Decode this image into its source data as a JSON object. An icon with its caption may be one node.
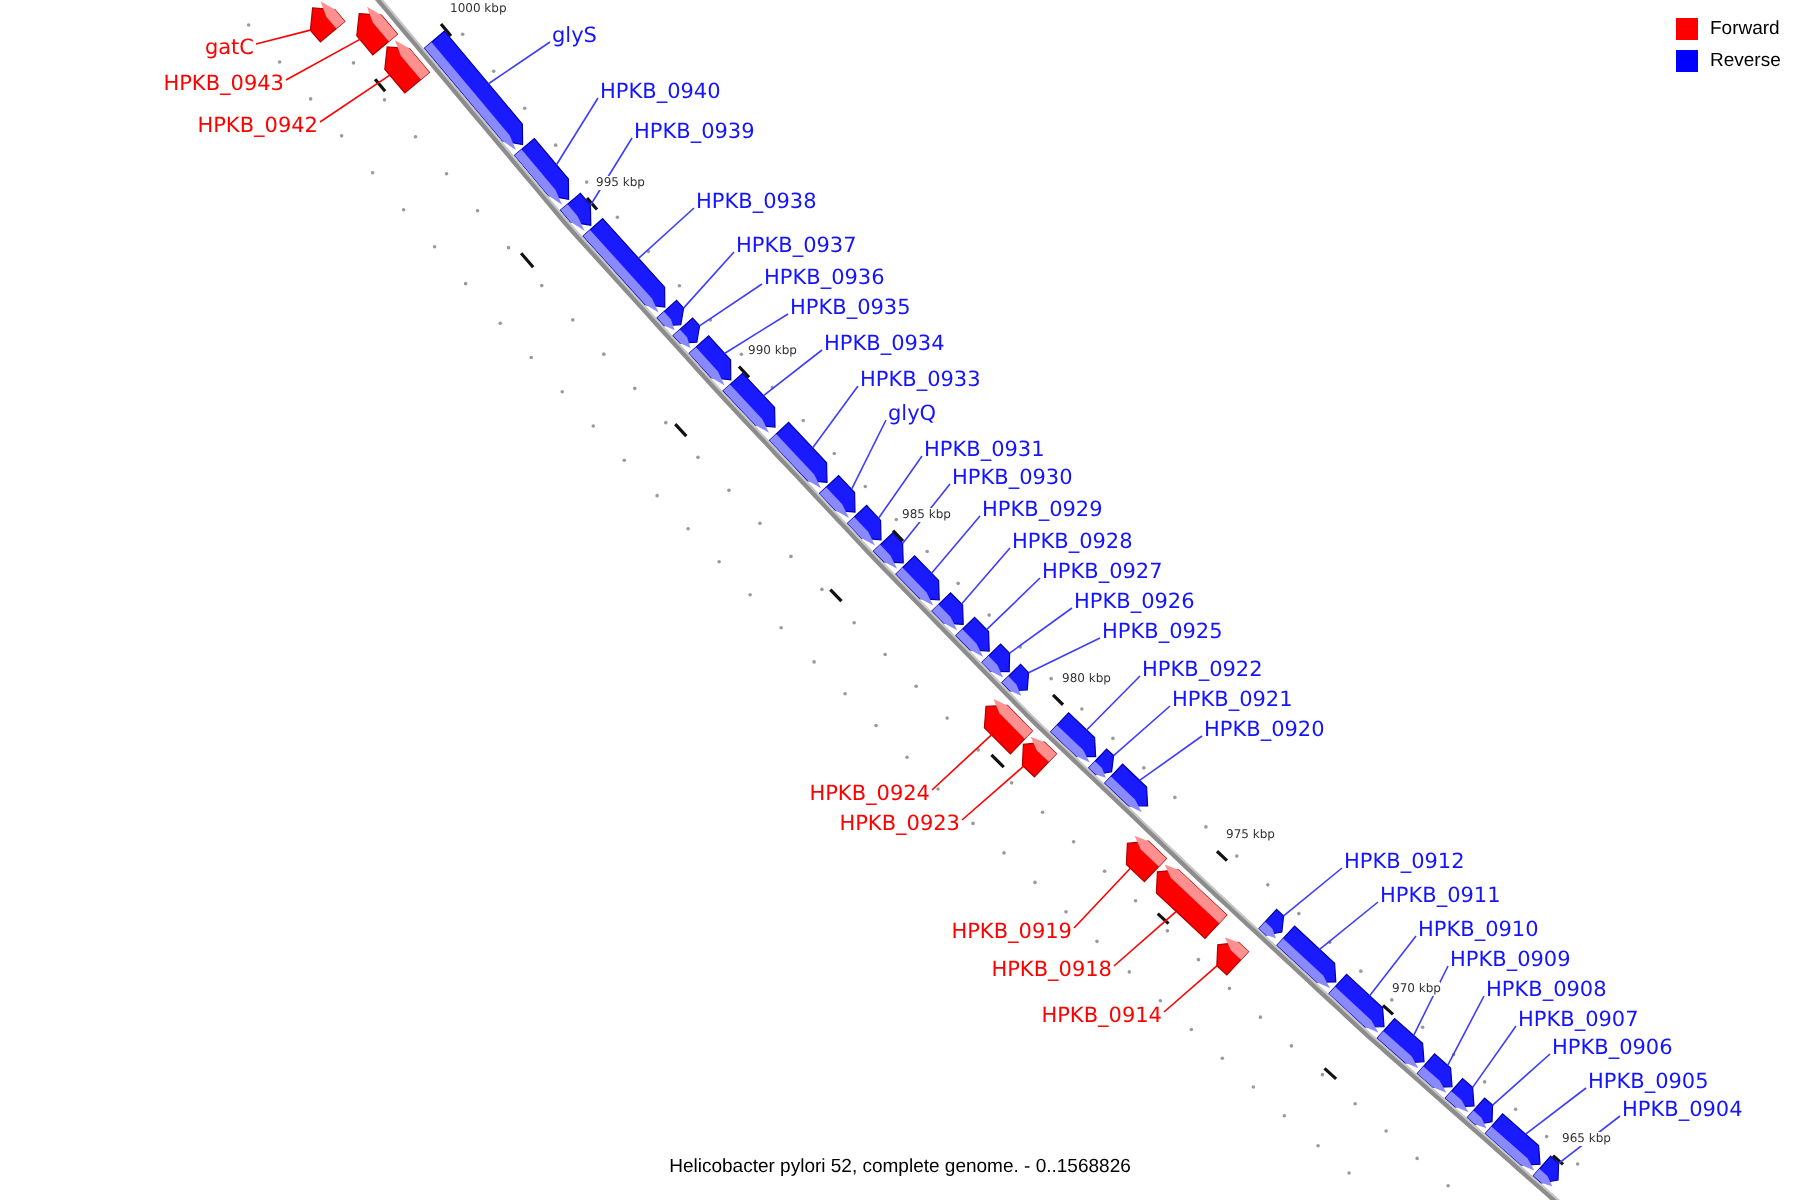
{
  "diagram": {
    "caption": "Helicobacter pylori 52, complete genome. - 0..1568826",
    "nodes": [
      {
        "text": [
          "gatC"
        ]
      },
      {
        "text": [],
        "shape": "bar"
      },
      {
        "text": [
          "HPKB_0943"
        ]
      },
      {
        "text": [],
        "shape": "bar"
      },
      {
        "text": [
          "HPKB_0942"
        ]
      },
      {
        "text": [],
        "shape": "bar"
      },
      {
        "text": [
          "glyS"
        ]
      },
      {
        "text": [],
        "shape": "bar"
      },
      {
        "text": [
          "HPKB_0940"
        ]
      },
      {
        "text": [],
        "shape": "bar"
      },
      {
        "text": [
          "HPKB_0939"
        ]
      },
      {
        "text": [],
        "shape": "bar"
      },
      {
        "text": [
          "HPKB_0938"
        ]
      },
      {
        "text": [],
        "shape": "bar"
      },
      {
        "text": [
          "HPKB_0937"
        ]
      },
      {
        "text": [],
        "shape": "bar"
      },
      {
        "text": [
          "HPKB_0936"
        ]
      },
      {
        "text": [],
        "shape": "bar"
      },
      {
        "text": [
          "HPKB_0935"
        ]
      },
      {
        "text": [],
        "shape": "bar"
      },
      {
        "text": [
          "HPKB_0934"
        ]
      },
      {
        "text": [],
        "shape": "bar"
      },
      {
        "text": [
          "HPKB_0933"
        ]
      },
      {
        "text": [],
        "shape": "bar"
      },
      {
        "text": [
          "glyQ"
        ]
      },
      {
        "text": [],
        "shape": "bar"
      },
      {
        "text": [
          "HPKB_0931"
        ]
      },
      {
        "text": [],
        "shape": "bar"
      },
      {
        "text": [
          "HPKB_0930"
        ]
      },
      {
        "text": [],
        "shape": "bar"
      },
      {
        "text": [
          "HPKB_0929"
        ]
      },
      {
        "text": [],
        "shape": "bar"
      },
      {
        "text": [
          "HPKB_0928"
        ]
      },
      {
        "text": [],
        "shape": "bar"
      },
      {
        "text": [
          "HPKB_0927"
        ]
      },
      {
        "text": [],
        "shape": "bar"
      },
      {
        "text": [
          "HPKB_0926"
        ]
      },
      {
        "text": [],
        "shape": "bar"
      },
      {
        "text": [
          "HPKB_0925"
        ]
      },
      {
        "text": [],
        "shape": "bar"
      },
      {
        "text": [
          "HPKB_0924"
        ]
      },
      {
        "text": [],
        "shape": "bar"
      },
      {
        "text": [
          "HPKB_0923"
        ]
      },
      {
        "text": [],
        "shape": "bar"
      },
      {
        "text": [
          "HPKB_0922"
        ]
      },
      {
        "text": [],
        "shape": "bar"
      },
      {
        "text": [
          "HPKB_0921"
        ]
      },
      {
        "text": [],
        "shape": "bar"
      },
      {
        "text": [
          "HPKB_0920"
        ]
      },
      {
        "text": [],
        "shape": "bar"
      },
      {
        "text": [
          "HPKB_0919"
        ]
      },
      {
        "text": [],
        "shape": "bar"
      },
      {
        "text": [
          "HPKB_0918"
        ]
      },
      {
        "text": [],
        "shape": "bar"
      },
      {
        "text": [
          "HPKB_0914"
        ]
      },
      {
        "text": [],
        "shape": "bar"
      },
      {
        "text": [
          "HPKB_0912"
        ]
      },
      {
        "text": [],
        "shape": "bar"
      },
      {
        "text": [
          "HPKB_0911"
        ]
      },
      {
        "text": [],
        "shape": "bar"
      },
      {
        "text": [
          "HPKB_0910"
        ]
      },
      {
        "text": [],
        "shape": "bar"
      },
      {
        "text": [
          "HPKB_0909"
        ]
      },
      {
        "text": [],
        "shape": "bar"
      },
      {
        "text": [
          "HPKB_0908"
        ]
      },
      {
        "text": [],
        "shape": "bar"
      },
      {
        "text": [
          "HPKB_0907"
        ]
      },
      {
        "text": [],
        "shape": "bar"
      },
      {
        "text": [
          "HPKB_0906"
        ]
      },
      {
        "text": [],
        "shape": "bar"
      },
      {
        "text": [
          "HPKB_0905"
        ]
      },
      {
        "text": [],
        "shape": "bar"
      },
      {
        "text": [
          "HPKB_0904"
        ]
      },
      {
        "text": [],
        "shape": "bar"
      }
    ],
    "edges": [
      {
        "from": 0,
        "to": 1,
        "arrow": "none",
        "color": "#ff0000"
      },
      {
        "from": 2,
        "to": 3,
        "arrow": "none",
        "color": "#ff0000"
      },
      {
        "from": 4,
        "to": 5,
        "arrow": "none",
        "color": "#ff0000"
      },
      {
        "from": 6,
        "to": 7,
        "arrow": "none"
      },
      {
        "from": 8,
        "to": 9,
        "arrow": "none"
      },
      {
        "from": 10,
        "to": 11,
        "arrow": "none"
      },
      {
        "from": 12,
        "to": 13,
        "arrow": "none"
      },
      {
        "from": 14,
        "to": 15,
        "arrow": "none"
      },
      {
        "from": 16,
        "to": 17,
        "arrow": "none"
      },
      {
        "from": 18,
        "to": 19,
        "arrow": "none"
      },
      {
        "from": 20,
        "to": 21,
        "arrow": "none"
      },
      {
        "from": 22,
        "to": 23,
        "arrow": "none"
      },
      {
        "from": 24,
        "to": 25,
        "arrow": "none"
      },
      {
        "from": 26,
        "to": 27,
        "arrow": "none"
      },
      {
        "from": 28,
        "to": 29,
        "arrow": "none"
      },
      {
        "from": 30,
        "to": 31,
        "arrow": "none"
      },
      {
        "from": 32,
        "to": 33,
        "arrow": "none"
      },
      {
        "from": 34,
        "to": 35,
        "arrow": "none"
      },
      {
        "from": 36,
        "to": 37,
        "arrow": "none"
      },
      {
        "from": 38,
        "to": 39,
        "arrow": "none"
      },
      {
        "from": 40,
        "to": 41,
        "arrow": "none",
        "color": "#ff0000"
      },
      {
        "from": 42,
        "to": 43,
        "arrow": "none",
        "color": "#ff0000"
      },
      {
        "from": 44,
        "to": 45,
        "arrow": "none"
      },
      {
        "from": 46,
        "to": 47,
        "arrow": "none"
      },
      {
        "from": 48,
        "to": 49,
        "arrow": "none"
      },
      {
        "from": 50,
        "to": 51,
        "arrow": "none",
        "color": "#ff0000"
      },
      {
        "from": 52,
        "to": 53,
        "arrow": "none",
        "color": "#ff0000"
      },
      {
        "from": 54,
        "to": 55,
        "arrow": "none",
        "color": "#ff0000"
      },
      {
        "from": 56,
        "to": 57,
        "arrow": "none"
      },
      {
        "from": 58,
        "to": 59,
        "arrow": "none"
      },
      {
        "from": 60,
        "to": 61,
        "arrow": "none"
      },
      {
        "from": 62,
        "to": 63,
        "arrow": "none"
      },
      {
        "from": 64,
        "to": 65,
        "arrow": "none"
      },
      {
        "from": 66,
        "to": 67,
        "arrow": "none"
      },
      {
        "from": 68,
        "to": 69,
        "arrow": "none"
      },
      {
        "from": 70,
        "to": 71,
        "arrow": "none"
      },
      {
        "from": 72,
        "to": 73,
        "arrow": "none"
      }
    ],
    "labels": [
      "1000 kbp",
      "995 kbp",
      "990 kbp",
      "985 kbp",
      "980 kbp",
      "975 kbp",
      "970 kbp",
      "965 kbp"
    ],
    "legend": [
      {
        "text": "Forward",
        "color": "#ff0000"
      },
      {
        "text": "Reverse",
        "color": "#0000ff"
      }
    ]
  }
}
